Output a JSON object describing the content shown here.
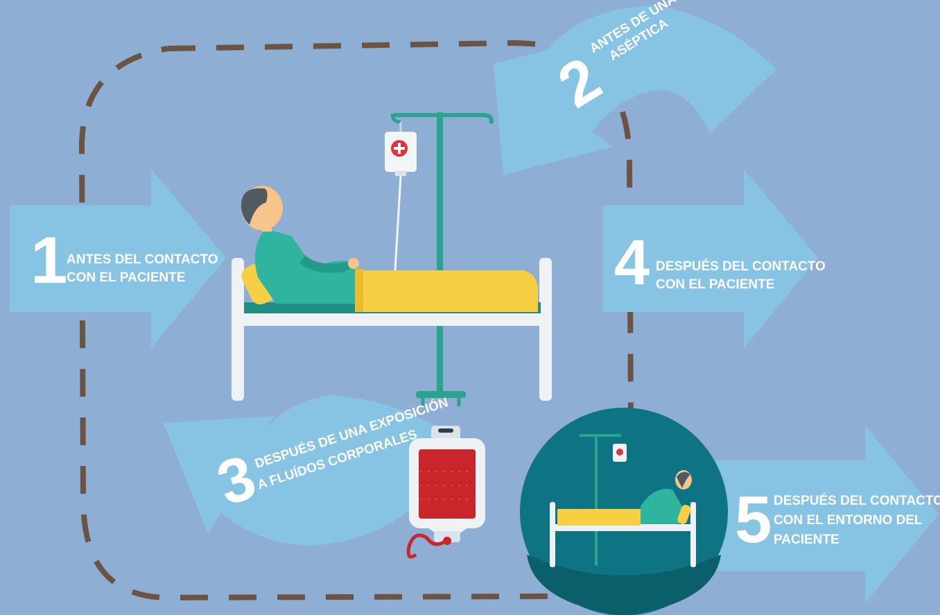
{
  "colors": {
    "background": "#8eaed3",
    "arrow": "#87c4e4",
    "dashed_path": "#6b5444",
    "pole": "#2aa38f",
    "blanket": "#f6cf45",
    "patient_shirt": "#2fb4a0",
    "skin": "#f7c48a",
    "bed_frame": "#eef2f5",
    "circle_dark": "#0e7382",
    "blood": "#c9262c"
  },
  "moments": [
    {
      "number": "1",
      "line1": "ANTES DEL CONTACTO",
      "line2": "CON EL PACIENTE"
    },
    {
      "number": "2",
      "line1": "ANTES DE UNA TAREA",
      "line2": "ASÉPTICA"
    },
    {
      "number": "3",
      "line1": "DESPUÉS DE UNA EXPOSICIÓN",
      "line2": "A FLUÍDOS CORPORALES"
    },
    {
      "number": "4",
      "line1": "DESPUÉS DEL CONTACTO",
      "line2": "CON EL PACIENTE"
    },
    {
      "number": "5",
      "line1": "DESPUÉS DEL CONTACTO",
      "line2": "CON EL ENTORNO DEL",
      "line3": "PACIENTE"
    }
  ]
}
